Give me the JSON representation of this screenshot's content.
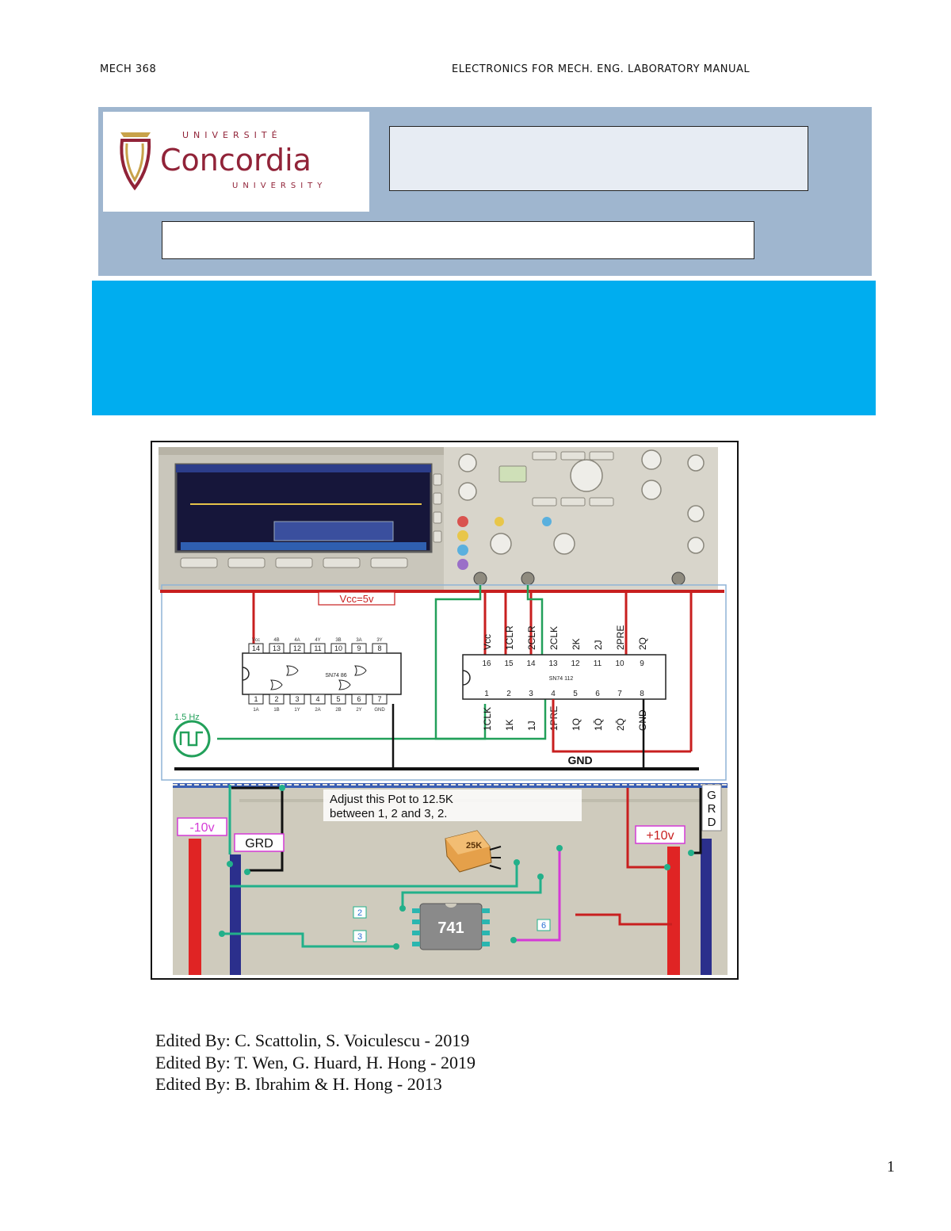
{
  "header": {
    "left": "MECH 368",
    "right": "ELECTRONICS FOR MECH. ENG. LABORATORY   MANUAL"
  },
  "logo": {
    "top_word": "UNIVERSITÉ",
    "name": "Concordia",
    "bottom_word": "UNIVERSITY"
  },
  "colors": {
    "title_band": "#9fb6cf",
    "blue_band": "#00adef",
    "concordia_maroon": "#912338",
    "concordia_gold": "#c8a24a"
  },
  "figure": {
    "schematic": {
      "vcc_label": "Vcc=5v",
      "clock_label": "1.5 Hz",
      "gnd_label": "GND",
      "chip1_name": "SN74 86",
      "chip1_top_pins": [
        "14",
        "13",
        "12",
        "11",
        "10",
        "9",
        "8"
      ],
      "chip1_bottom_pins": [
        "1",
        "2",
        "3",
        "4",
        "5",
        "6",
        "7"
      ],
      "chip1_top_names": [
        "Vcc",
        "4B",
        "4A",
        "4Y",
        "3B",
        "3A",
        "3Y"
      ],
      "chip1_bottom_names": [
        "1A",
        "1B",
        "1Y",
        "2A",
        "2B",
        "2Y",
        "GND"
      ],
      "chip2_name": "SN74 112",
      "chip2_top_pins": [
        "16",
        "15",
        "14",
        "13",
        "12",
        "11",
        "10",
        "9"
      ],
      "chip2_bottom_pins": [
        "1",
        "2",
        "3",
        "4",
        "5",
        "6",
        "7",
        "8"
      ],
      "chip2_top_names": [
        "Vcc",
        "1CLR",
        "2CLR",
        "2CLK",
        "2K",
        "2J",
        "2PRE",
        "2Q"
      ],
      "chip2_bottom_names": [
        "1CLK",
        "1K",
        "1J",
        "1PRE",
        "1Q",
        "1Q̄",
        "2Q̄",
        "GND"
      ]
    },
    "breadboard": {
      "instruction_line1": "Adjust this Pot  to 12.5K",
      "instruction_line2": "between 1, 2  and 3, 2.",
      "pot_label": "25K",
      "neg_supply": "-10v",
      "pos_supply": "+10v",
      "grd_left": "GRD",
      "grd_right": [
        "G",
        "R",
        "D"
      ],
      "opamp": "741",
      "pin_2": "2",
      "pin_3": "3",
      "pin_6": "6"
    }
  },
  "editors": [
    "Edited By: C. Scattolin, S. Voiculescu - 2019",
    "Edited By: T. Wen, G. Huard, H. Hong - 2019",
    "Edited By: B. Ibrahim & H. Hong - 2013"
  ],
  "page_number": "1"
}
